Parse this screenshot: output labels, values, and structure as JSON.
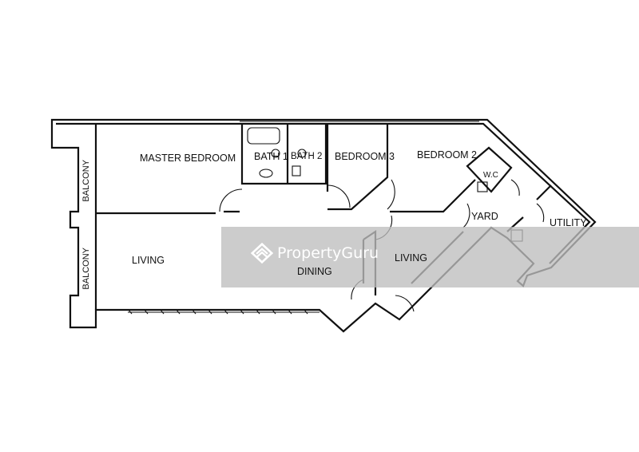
{
  "rooms": {
    "master_bedroom": "MASTER BEDROOM",
    "bath1": "BATH 1",
    "bath2": "BATH 2",
    "bedroom3": "BEDROOM 3",
    "bedroom2": "BEDROOM 2",
    "wc": "W.C",
    "yard": "YARD",
    "utility": "UTILITY",
    "living_left": "LIVING",
    "dining": "DINING",
    "living_right": "LIVING",
    "balcony_top": "BALCONY",
    "balcony_bottom": "BALCONY"
  },
  "watermark": {
    "text": "PropertyGuru",
    "icon": "propertyguru-logo-icon"
  }
}
